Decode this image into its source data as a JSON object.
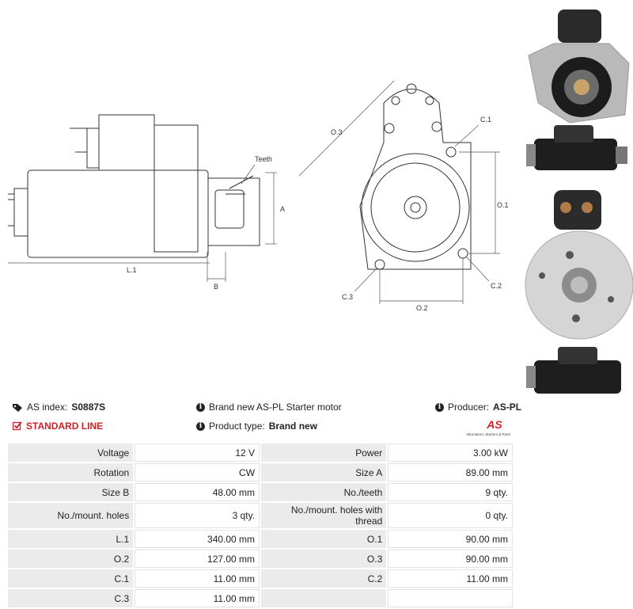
{
  "drawing_labels": {
    "teeth": "Teeth",
    "a": "A",
    "l1": "L.1",
    "b": "B",
    "o3": "O.3",
    "c1": "C.1",
    "o1": "O.1",
    "c2": "C.2",
    "c3": "C.3",
    "o2": "O.2"
  },
  "info": {
    "as_index_label": "AS index:",
    "as_index_value": "S0887S",
    "standard_line": "STANDARD LINE",
    "description": "Brand new AS-PL Starter motor",
    "product_type_label": "Product type:",
    "product_type_value": "Brand new",
    "producer_label": "Producer:",
    "producer_value": "AS-PL"
  },
  "logo": {
    "mark": "AS",
    "tagline": "Alternators, Starters & Parts",
    "color": "#d32027"
  },
  "specs": [
    [
      "Voltage",
      "12 V",
      "Power",
      "3.00 kW"
    ],
    [
      "Rotation",
      "CW",
      "Size A",
      "89.00 mm"
    ],
    [
      "Size B",
      "48.00 mm",
      "No./teeth",
      "9 qty."
    ],
    [
      "No./mount. holes",
      "3 qty.",
      "No./mount. holes with thread",
      "0 qty."
    ],
    [
      "L.1",
      "340.00 mm",
      "O.1",
      "90.00 mm"
    ],
    [
      "O.2",
      "127.00 mm",
      "O.3",
      "90.00 mm"
    ],
    [
      "C.1",
      "11.00 mm",
      "C.2",
      "11.00 mm"
    ],
    [
      "C.3",
      "11.00 mm",
      "",
      ""
    ]
  ]
}
